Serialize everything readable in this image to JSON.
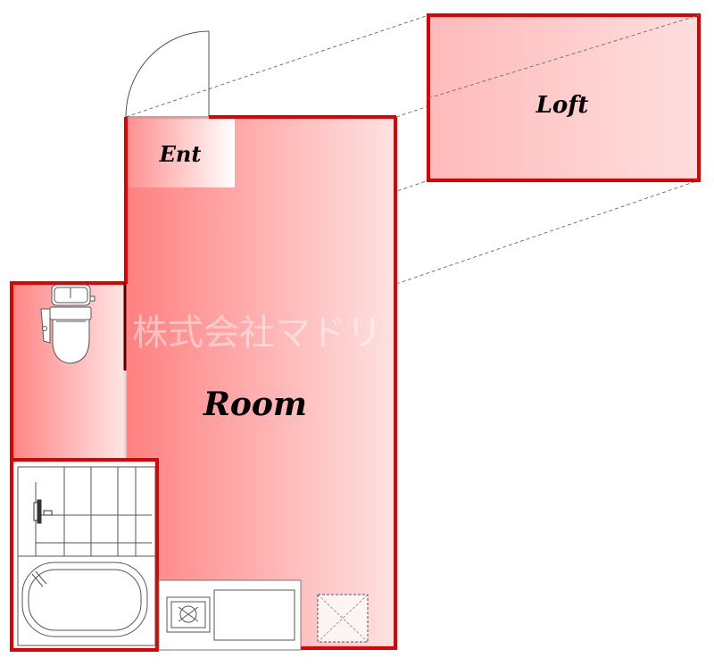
{
  "floorplan": {
    "rooms": {
      "entrance": {
        "label": "Ent"
      },
      "main_room": {
        "label": "Room"
      },
      "loft": {
        "label": "Loft"
      },
      "toilet": {
        "label": ""
      },
      "bathroom": {
        "label": ""
      }
    },
    "watermark": "株式会社マドリ",
    "fixtures": [
      "toilet",
      "wash-basin",
      "bathtub",
      "shower-faucet",
      "gas-stove",
      "kitchen-sink",
      "washing-machine-space",
      "entrance-door"
    ],
    "colors": {
      "wall": "#e00000",
      "room_gradient_start": "#ff8080",
      "room_gradient_end": "#ffe0e0",
      "loft_fill_start": "#ffbcbc",
      "loft_fill_end": "#ffdcdc",
      "projection_line": "#777777"
    }
  }
}
